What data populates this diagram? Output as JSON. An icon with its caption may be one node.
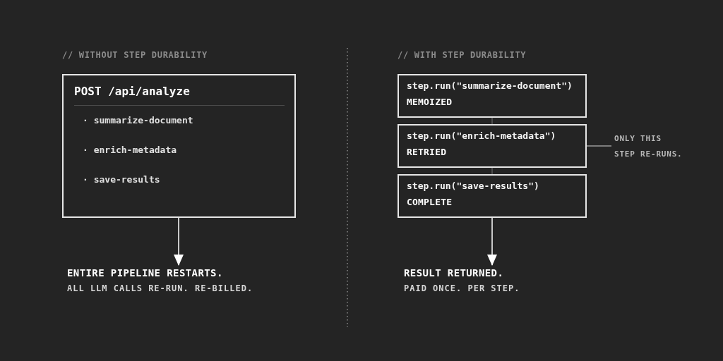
{
  "diagram": {
    "nodes": [
      {
        "text": [
          "POST /api/analyze",
          "· summarize-document",
          "· enrich-metadata",
          "· save-results"
        ]
      },
      {
        "text": [
          "ENTIRE PIPELINE RESTARTS.",
          "ALL LLM CALLS RE-RUN. RE-BILLED."
        ]
      },
      {
        "text": [
          "step.run(\"summarize-document\")",
          "MEMOIZED"
        ]
      },
      {
        "text": [
          "step.run(\"enrich-metadata\")",
          "RETRIED"
        ]
      },
      {
        "text": [
          "step.run(\"save-results\")",
          "COMPLETE"
        ]
      },
      {
        "text": [
          "RESULT RETURNED.",
          "PAID ONCE. PER STEP."
        ]
      },
      {
        "text": [
          "ONLY THIS STEP RE-RUNS."
        ]
      }
    ],
    "edges": [
      {
        "from": 0,
        "to": 1,
        "arrow": "to"
      },
      {
        "from": 2,
        "to": 3,
        "arrow": "none",
        "color": "#5a5a5a"
      },
      {
        "from": 3,
        "to": 4,
        "arrow": "none",
        "color": "#5a5a5a"
      },
      {
        "from": 4,
        "to": 5,
        "arrow": "to"
      },
      {
        "from": 6,
        "to": 3,
        "arrow": "none",
        "color": "#9a9a9a"
      }
    ],
    "labels": [
      "// WITHOUT STEP DURABILITY",
      "// WITH STEP DURABILITY"
    ]
  }
}
